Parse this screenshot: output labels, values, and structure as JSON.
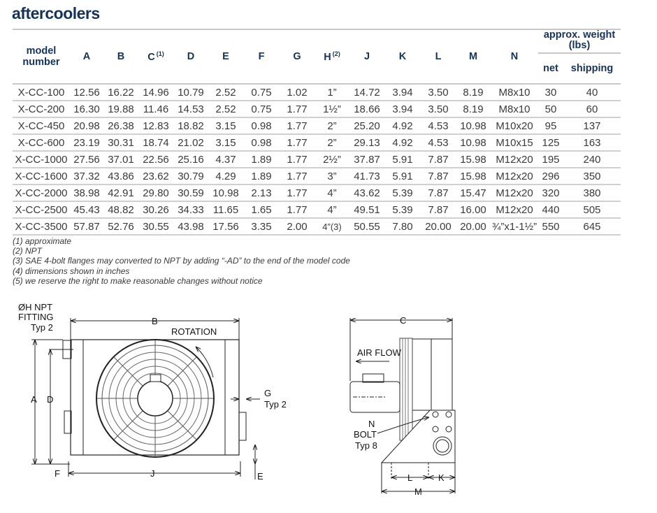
{
  "title": "aftercoolers",
  "table": {
    "headers": {
      "model": [
        "model",
        "number"
      ],
      "columns": [
        {
          "label": "A",
          "sup": ""
        },
        {
          "label": "B",
          "sup": ""
        },
        {
          "label": "C",
          "sup": "(1)"
        },
        {
          "label": "D",
          "sup": ""
        },
        {
          "label": "E",
          "sup": ""
        },
        {
          "label": "F",
          "sup": ""
        },
        {
          "label": "G",
          "sup": ""
        },
        {
          "label": "H",
          "sup": "(2)"
        },
        {
          "label": "J",
          "sup": ""
        },
        {
          "label": "K",
          "sup": ""
        },
        {
          "label": "L",
          "sup": ""
        },
        {
          "label": "M",
          "sup": ""
        },
        {
          "label": "N",
          "sup": ""
        }
      ],
      "weight_group": "approx. weight (lbs)",
      "net": "net",
      "shipping": "shipping"
    },
    "rows": [
      [
        "X-CC-100",
        "12.56",
        "16.22",
        "14.96",
        "10.79",
        "2.52",
        "0.75",
        "1.02",
        "1”",
        "14.72",
        "3.94",
        "3.50",
        "8.19",
        "M8x10",
        "30",
        "40"
      ],
      [
        "X-CC-200",
        "16.30",
        "19.88",
        "11.46",
        "14.53",
        "2.52",
        "0.75",
        "1.77",
        "1½”",
        "18.66",
        "3.94",
        "3.50",
        "8.19",
        "M8x10",
        "50",
        "60"
      ],
      [
        "X-CC-450",
        "20.98",
        "26.38",
        "12.83",
        "18.82",
        "3.15",
        "0.98",
        "1.77",
        "2”",
        "25.20",
        "4.92",
        "4.53",
        "10.98",
        "M10x20",
        "95",
        "137"
      ],
      [
        "X-CC-600",
        "23.19",
        "30.31",
        "18.74",
        "21.02",
        "3.15",
        "0.98",
        "1.77",
        "2”",
        "29.13",
        "4.92",
        "4.53",
        "10.98",
        "M10x15",
        "125",
        "163"
      ],
      [
        "X-CC-1000",
        "27.56",
        "37.01",
        "22.56",
        "25.16",
        "4.37",
        "1.89",
        "1.77",
        "2½”",
        "37.87",
        "5.91",
        "7.87",
        "15.98",
        "M12x20",
        "195",
        "240"
      ],
      [
        "X-CC-1600",
        "37.32",
        "43.86",
        "23.62",
        "30.79",
        "4.29",
        "1.89",
        "1.77",
        "3”",
        "41.73",
        "5.91",
        "7.87",
        "15.98",
        "M12x20",
        "296",
        "350"
      ],
      [
        "X-CC-2000",
        "38.98",
        "42.91",
        "29.80",
        "30.59",
        "10.98",
        "2.13",
        "1.77",
        "4”",
        "43.62",
        "5.39",
        "7.87",
        "15.47",
        "M12x20",
        "320",
        "380"
      ],
      [
        "X-CC-2500",
        "45.43",
        "48.82",
        "30.26",
        "34.33",
        "11.65",
        "1.65",
        "1.77",
        "4”",
        "49.51",
        "5.39",
        "7.87",
        "16.00",
        "M12x20",
        "440",
        "505"
      ],
      [
        "X-CC-3500",
        "57.87",
        "52.76",
        "30.55",
        "43.98",
        "17.56",
        "3.35",
        "2.00",
        "4”(3)",
        "50.55",
        "7.80",
        "20.00",
        "20.00",
        "¾”x1-1½”",
        "550",
        "645"
      ]
    ]
  },
  "footnotes": [
    "(1) approximate",
    "(2) NPT",
    "(3) SAE 4-bolt flanges may converted to NPT by adding “-AD” to the end of the model code",
    "(4) dimensions shown in inches",
    "(5) we reserve the right to make reasonable changes without notice"
  ],
  "front_view": {
    "fitting_label": [
      "ØH NPT",
      "FITTING",
      "Typ 2"
    ],
    "rotation": "ROTATION",
    "dims": {
      "A": "A",
      "B": "B",
      "D": "D",
      "E": "E",
      "F": "F",
      "J": "J",
      "G": "G",
      "G_typ": "Typ 2"
    }
  },
  "side_view": {
    "air_flow": "AIR FLOW",
    "bolt_label": [
      "N",
      "BOLT",
      "Typ 8"
    ],
    "dims": {
      "C": "C",
      "L": "L",
      "K": "K",
      "M": "M"
    }
  }
}
